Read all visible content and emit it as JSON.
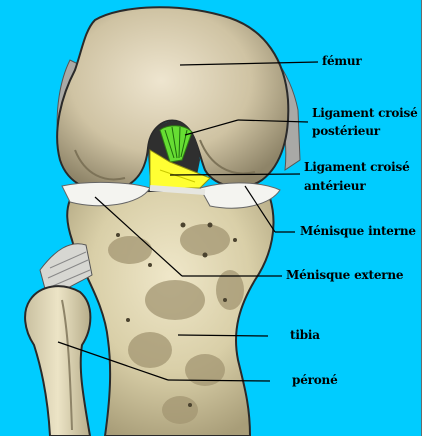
{
  "labels": {
    "femur": "fémur",
    "lcp_line1": "Ligament croisé",
    "lcp_line2": "postérieur",
    "lca_line1": "Ligament croisé",
    "lca_line2": "antérieur",
    "menisque_interne": "Ménisque interne",
    "menisque_externe": "Ménisque externe",
    "tibia": "tibia",
    "perone": "péroné"
  },
  "colors": {
    "background": "#00ccff",
    "bone": "#d8ccb0",
    "bone_shadow": "#8a7f6a",
    "ligament_posterior": "#66dd33",
    "ligament_anterior": "#ffff33",
    "meniscus": "#f4f4f0",
    "leader_lines": "#000000"
  }
}
